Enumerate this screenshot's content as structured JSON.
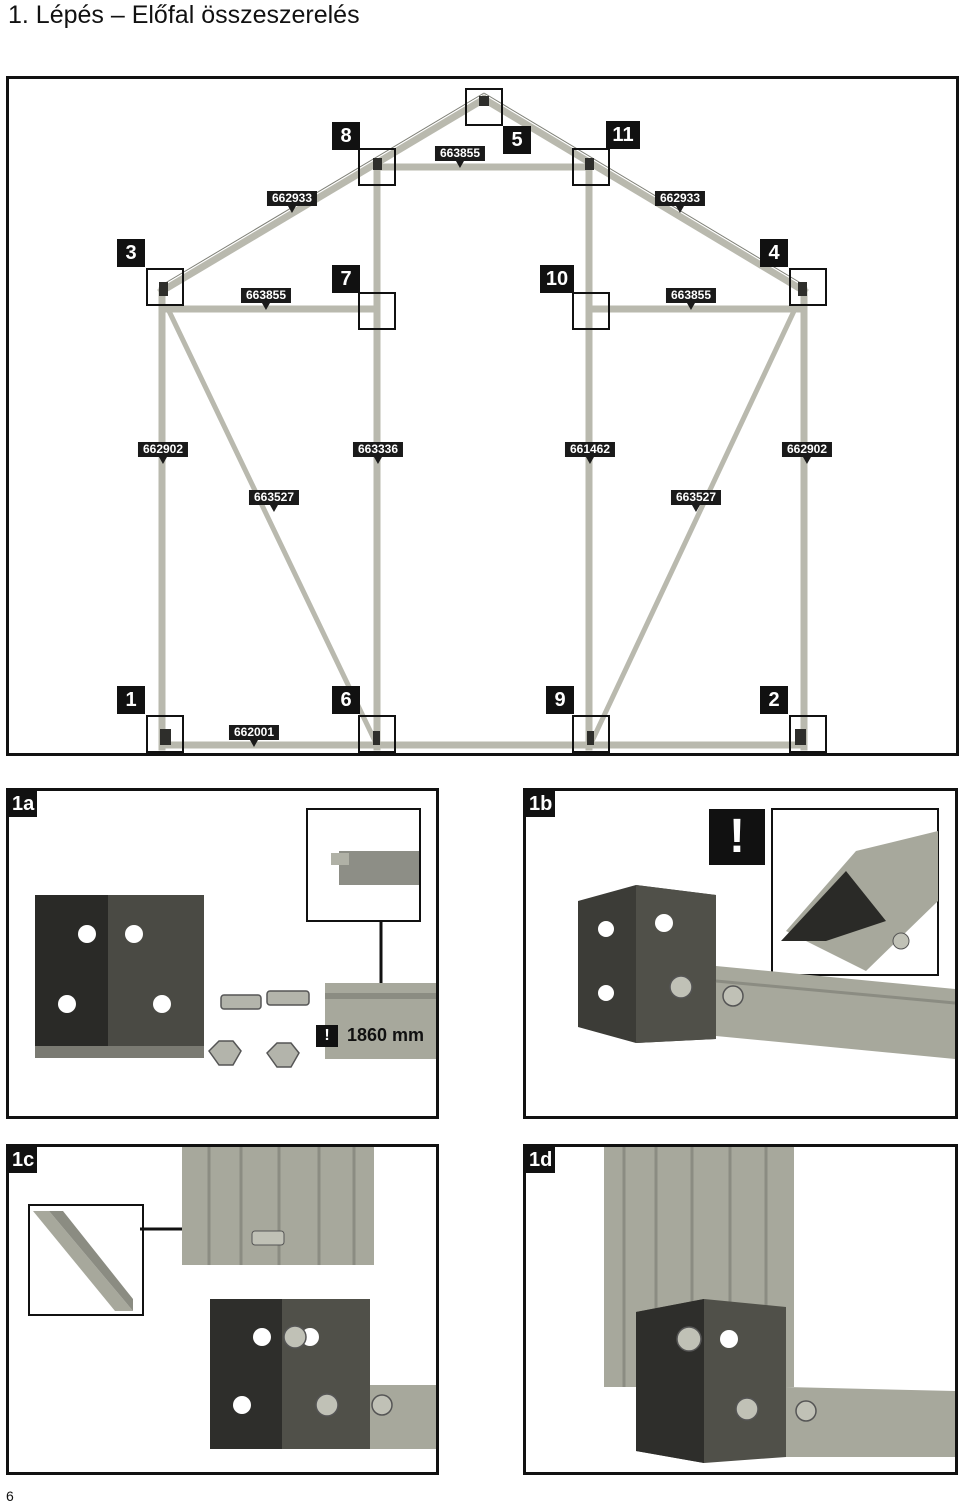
{
  "page": {
    "title": "1. Lépés – Előfal összeszerelés",
    "page_number": "6"
  },
  "main_diagram": {
    "steps": [
      "1",
      "2",
      "3",
      "4",
      "5",
      "6",
      "7",
      "8",
      "9",
      "10",
      "11"
    ],
    "parts": {
      "ridge_bar": "663855",
      "roof_left": "662933",
      "roof_right": "662933",
      "header_left": "663855",
      "header_right": "663855",
      "post_left": "662902",
      "post_door_left": "663336",
      "post_door_right": "661462",
      "post_right": "662902",
      "brace_left": "663527",
      "brace_right": "663527",
      "bottom_rail": "662001"
    }
  },
  "details": {
    "d1a": {
      "tag": "1a",
      "warning": "!",
      "measure": "1860 mm"
    },
    "d1b": {
      "tag": "1b",
      "warning": "!"
    },
    "d1c": {
      "tag": "1c"
    },
    "d1d": {
      "tag": "1d"
    }
  },
  "colors": {
    "frame": "#b9b9ae",
    "bracket": "#2e2e2b",
    "profile": "#a7a89c"
  }
}
